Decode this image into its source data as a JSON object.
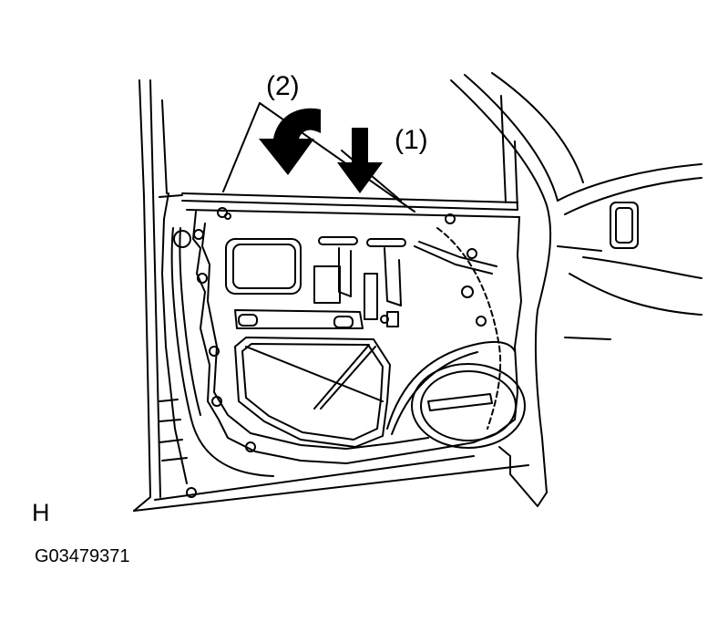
{
  "diagram": {
    "callouts": [
      {
        "id": "1",
        "text": "(1)"
      },
      {
        "id": "2",
        "text": "(2)"
      }
    ],
    "view_letter": "H",
    "figure_code": "G03479371",
    "icons": {
      "press_arrow": "down-arrow-icon",
      "rotate_arrow": "curved-arrow-icon"
    }
  }
}
